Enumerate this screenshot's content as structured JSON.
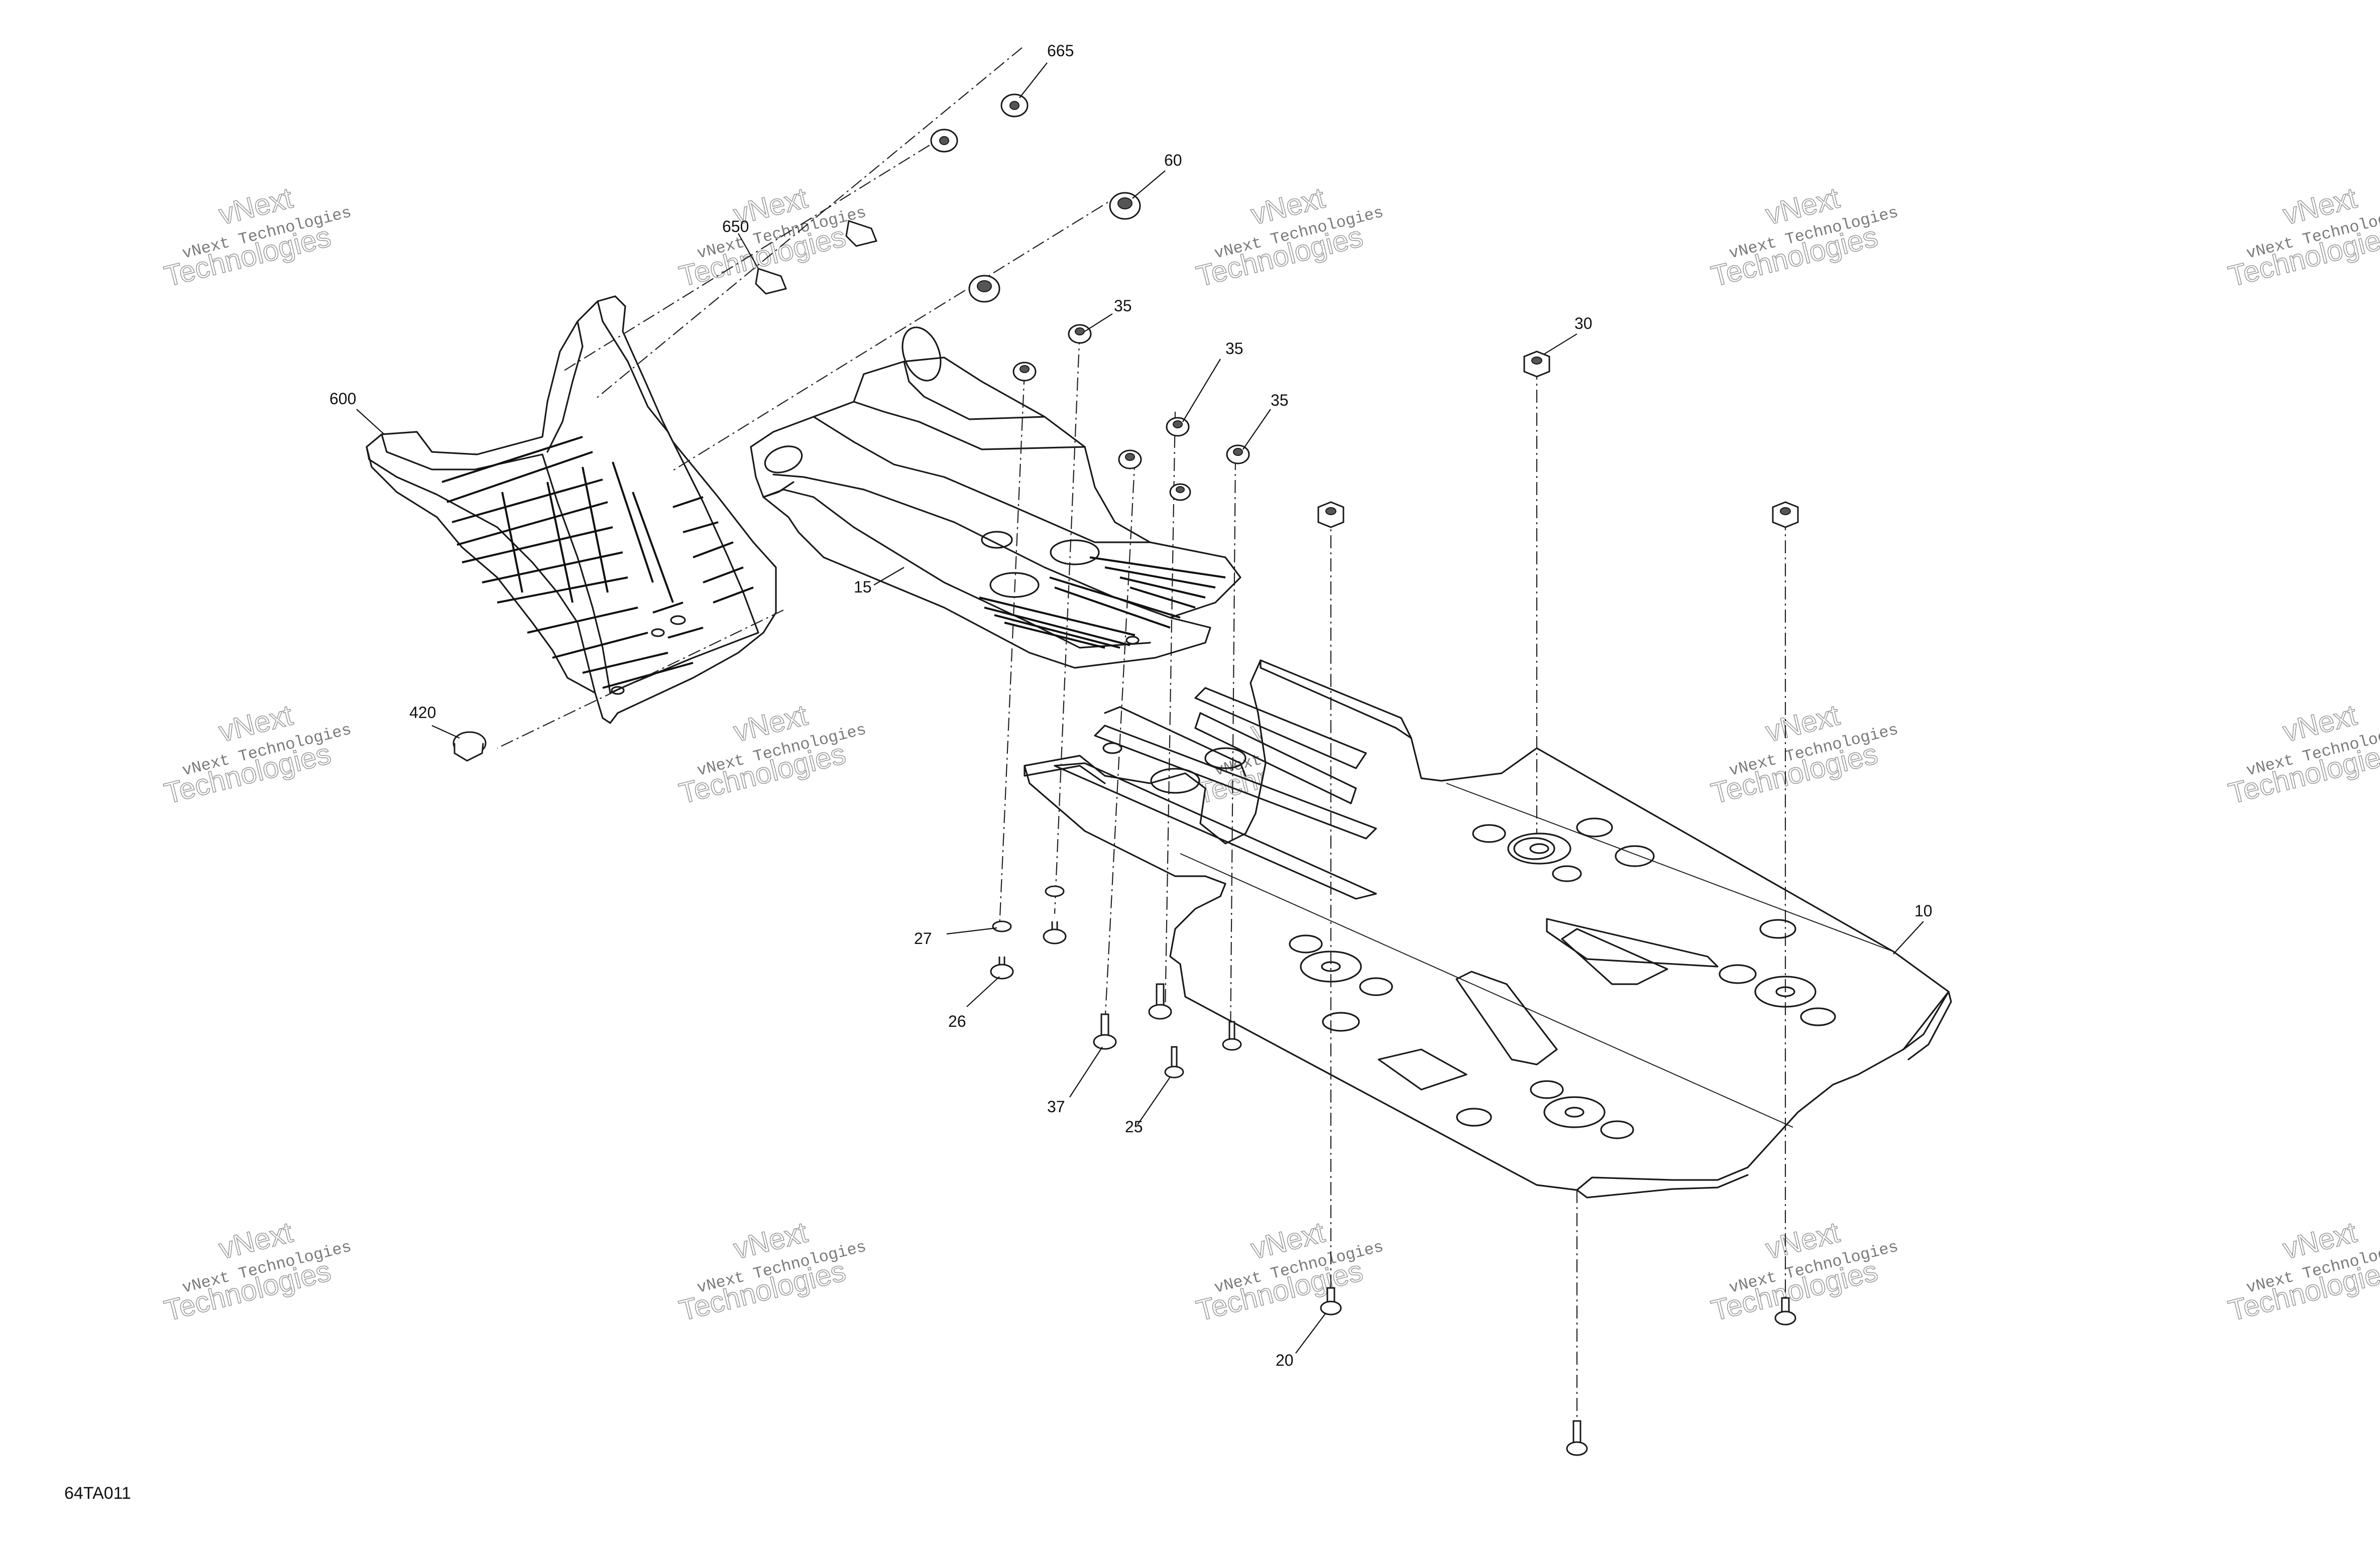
{
  "diagram": {
    "reference_code": "64TA011",
    "watermark_line_1": "vNext",
    "watermark_line_2": "vNext Technologies",
    "watermark_line_3": "Technologies"
  },
  "callouts": {
    "c665": "665",
    "c60": "60",
    "c650": "650",
    "c35a": "35",
    "c35b": "35",
    "c35c": "35",
    "c30": "30",
    "c600": "600",
    "c15": "15",
    "c420": "420",
    "c10": "10",
    "c27": "27",
    "c26": "26",
    "c37": "37",
    "c25": "25",
    "c20": "20"
  }
}
